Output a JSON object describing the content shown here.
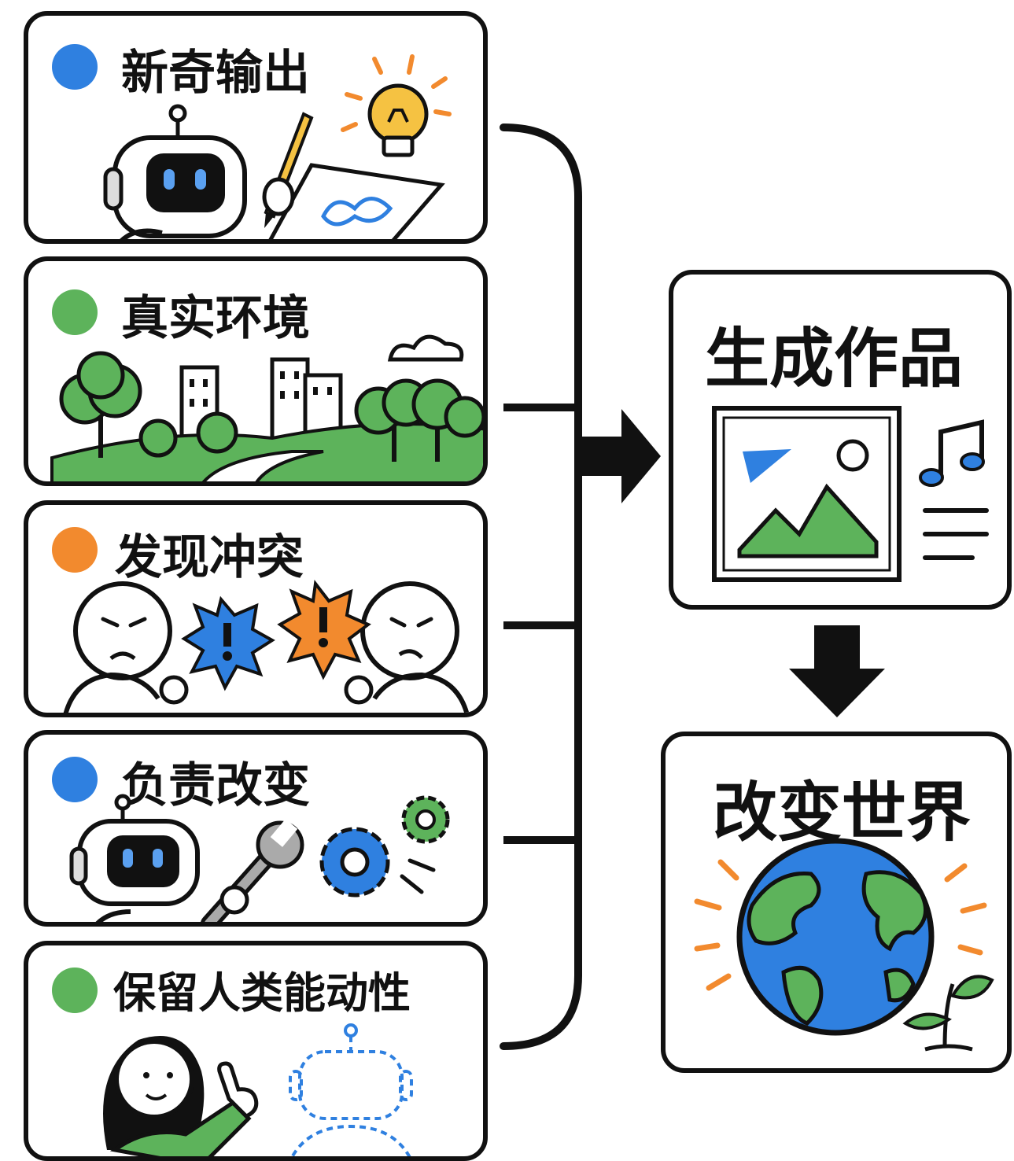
{
  "colors": {
    "blue": "#2F80E0",
    "green": "#5DB35B",
    "orange": "#F28A2E",
    "yellow": "#F5C242",
    "outline": "#111111"
  },
  "steps": [
    {
      "label": "新奇输出",
      "dot_color": "#2F80E0",
      "icon": "robot-drawing-idea"
    },
    {
      "label": "真实环境",
      "dot_color": "#5DB35B",
      "icon": "city-park-landscape"
    },
    {
      "label": "发现冲突",
      "dot_color": "#F28A2E",
      "icon": "two-people-conflict"
    },
    {
      "label": "负责改变",
      "dot_color": "#2F80E0",
      "icon": "robot-wrench-gears"
    },
    {
      "label": "保留人类能动性",
      "dot_color": "#5DB35B",
      "icon": "person-pointing-robot-outline"
    }
  ],
  "outputs": [
    {
      "label": "生成作品",
      "icon": "image-music-text"
    },
    {
      "label": "改变世界",
      "icon": "earth-globe-sprout"
    }
  ]
}
